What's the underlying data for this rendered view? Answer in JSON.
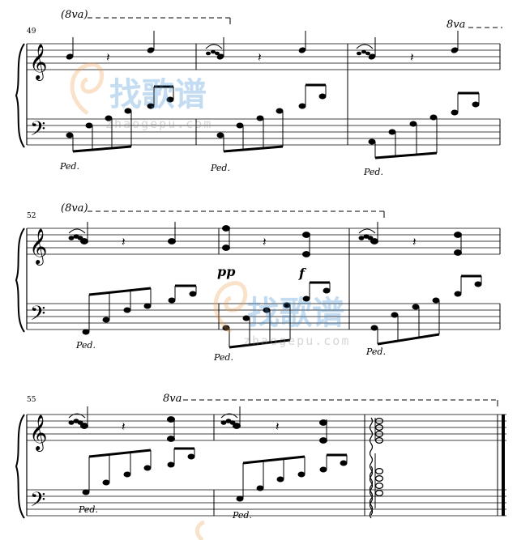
{
  "score": {
    "systems": [
      {
        "measure_number": "49",
        "ottava_marks": [
          {
            "text": "(8va)",
            "continues": true
          },
          {
            "text": "8va",
            "continues": true
          }
        ],
        "pedal_marks": [
          "Ped.",
          "Ped.",
          "Ped."
        ],
        "dynamics": []
      },
      {
        "measure_number": "52",
        "ottava_marks": [
          {
            "text": "(8va)",
            "continues": true
          }
        ],
        "pedal_marks": [
          "Ped.",
          "Ped.",
          "Ped."
        ],
        "dynamics": [
          "pp",
          "f"
        ]
      },
      {
        "measure_number": "55",
        "ottava_marks": [
          {
            "text": "8va",
            "continues": true
          }
        ],
        "pedal_marks": [
          "Ped.",
          "Ped."
        ],
        "dynamics": []
      }
    ]
  },
  "watermark": {
    "chinese_text": "找歌谱",
    "url": "zhaogepu.com",
    "logo_color": "#f0a050",
    "text_color": "#3d8fd6"
  }
}
